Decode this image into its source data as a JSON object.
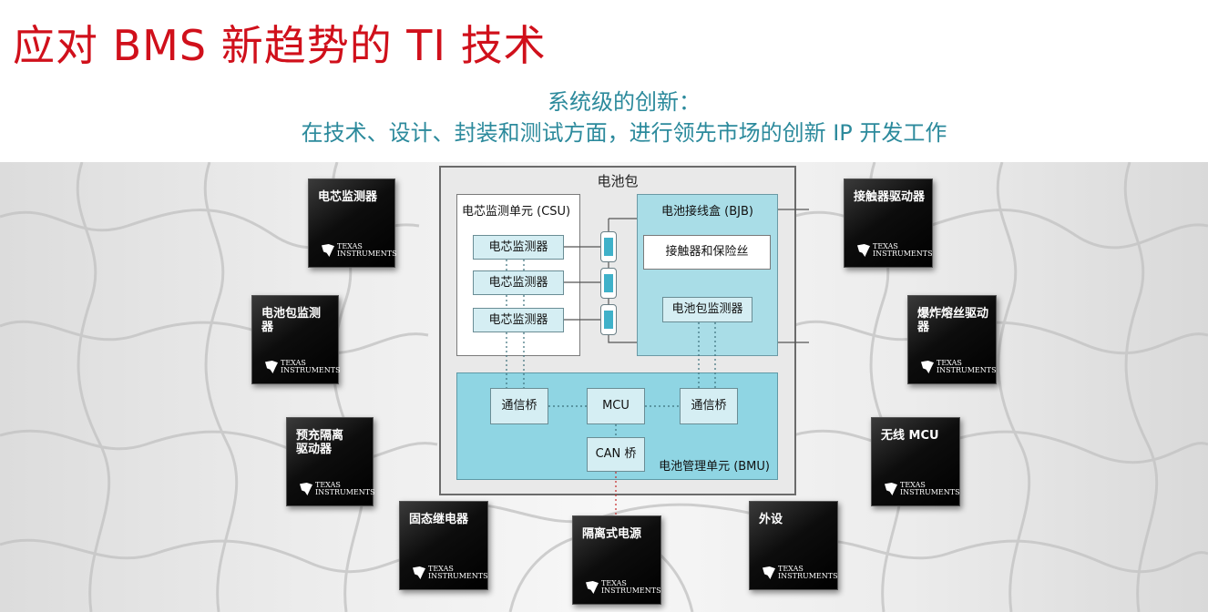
{
  "title": "应对 BMS 新趋势的 TI 技术",
  "subtitle_line1": "系统级的创新：",
  "subtitle_line2": "在技术、设计、封装和测试方面，进行领先市场的创新 IP 开发工作",
  "ti_logo": {
    "line1": "TEXAS",
    "line2": "INSTRUMENTS"
  },
  "diagram": {
    "pack_label": "电池包",
    "csu": {
      "label": "电芯监测单元 (CSU)",
      "monitors": [
        "电芯监测器",
        "电芯监测器",
        "电芯监测器"
      ]
    },
    "bjb": {
      "label": "电池接线盒 (BJB)",
      "contactor_fuse": "接触器和保险丝",
      "pack_monitor": "电池包监测器"
    },
    "bmu": {
      "label": "电池管理单元 (BMU)",
      "bridge_left": "通信桥",
      "mcu": "MCU",
      "bridge_right": "通信桥",
      "can": "CAN 桥"
    }
  },
  "chips": [
    {
      "label": "电芯监测器"
    },
    {
      "label": "电池包监测器"
    },
    {
      "label": "预充隔离驱动器"
    },
    {
      "label": "固态继电器"
    },
    {
      "label": "隔离式电源"
    },
    {
      "label": "外设"
    },
    {
      "label": "接触器驱动器"
    },
    {
      "label": "爆炸熔丝驱动器"
    },
    {
      "label": "无线 MCU"
    }
  ],
  "colors": {
    "title": "#d0101b",
    "subtitle": "#2c8a9c",
    "module_fill": "#8fd5e3",
    "chip": "#000000"
  }
}
